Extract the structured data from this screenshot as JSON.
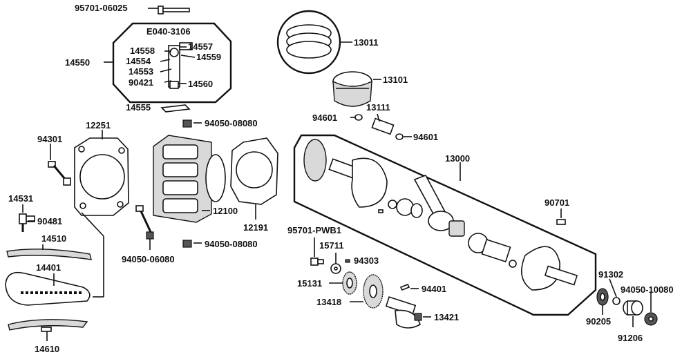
{
  "labels": {
    "p95701_06025": "95701-06025",
    "e040_3106": "E040-3106",
    "p14550": "14550",
    "p14558": "14558",
    "p14557": "14557",
    "p14554": "14554",
    "p14559": "14559",
    "p14553": "14553",
    "p90421": "90421",
    "p14560": "14560",
    "p14555": "14555",
    "p13011": "13011",
    "p13101": "13101",
    "p94601a": "94601",
    "p13111": "13111",
    "p94601b": "94601",
    "p94050_08080a": "94050-08080",
    "p12251": "12251",
    "p94301": "94301",
    "p13000": "13000",
    "p14531": "14531",
    "p90481": "90481",
    "p12100": "12100",
    "p90701": "90701",
    "p12191": "12191",
    "p14510": "14510",
    "p95701_pwb1": "95701-PWB1",
    "p94050_08080b": "94050-08080",
    "p15711": "15711",
    "p94050_06080": "94050-06080",
    "p94303": "94303",
    "p14401": "14401",
    "p91302": "91302",
    "p15131": "15131",
    "p94401": "94401",
    "p94050_10080": "94050-10080",
    "p13418": "13418",
    "p13421": "13421",
    "p90205": "90205",
    "p91206": "91206",
    "p14610": "14610"
  }
}
